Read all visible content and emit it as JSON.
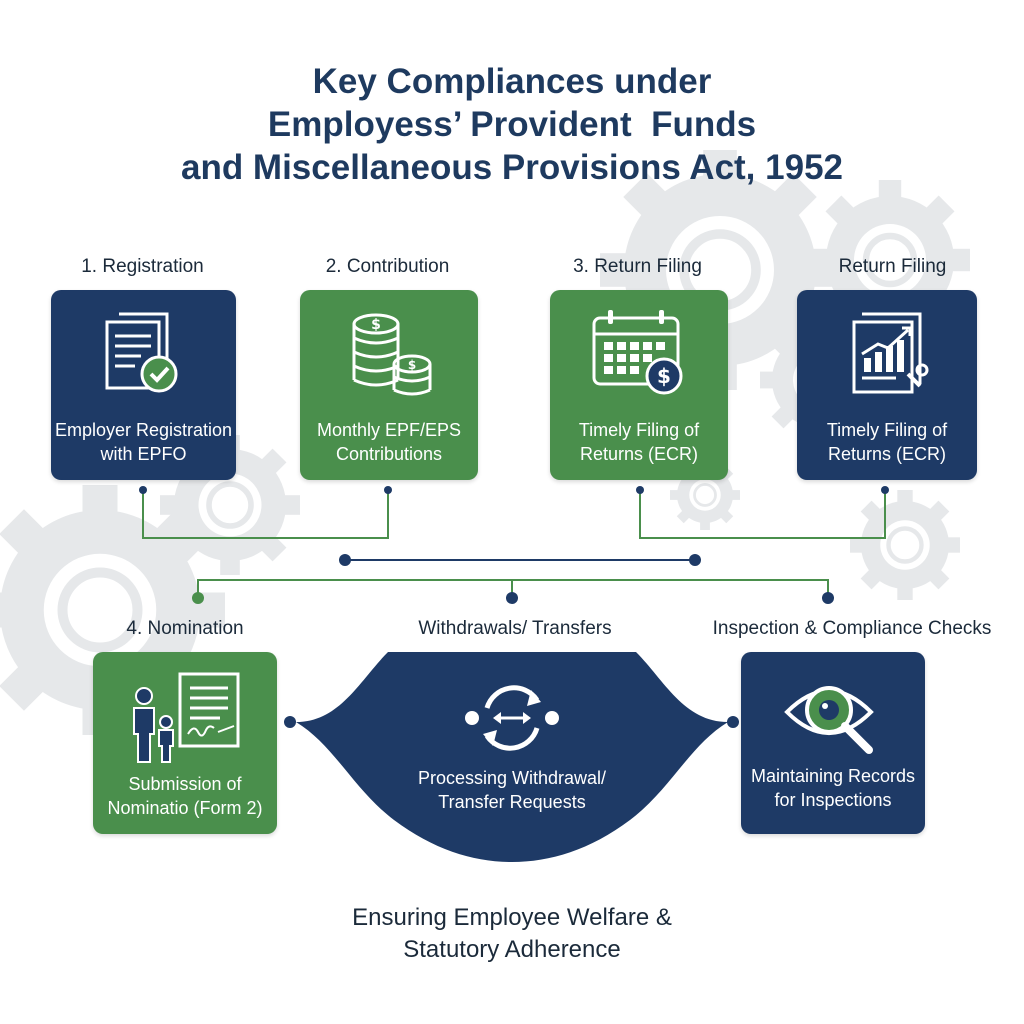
{
  "title": {
    "line1": "Key Compliances under",
    "line2": "Employess’ Provident  Funds",
    "line3": "and Miscellaneous Provisions Act, 1952"
  },
  "top_row": [
    {
      "label": "1. Registration",
      "text_line1": "Employer Registration",
      "text_line2": "with EPFO",
      "color": "#1e3a66",
      "icon": "document-check-icon"
    },
    {
      "label": "2. Contribution",
      "text_line1": "Monthly EPF/EPS",
      "text_line2": "Contributions",
      "color": "#4a8f4c",
      "icon": "coins-dollar-icon"
    },
    {
      "label": "3. Return Filing",
      "text_line1": "Timely Filing of",
      "text_line2": "Returns (ECR)",
      "color": "#4a8f4c",
      "icon": "calendar-dollar-icon"
    },
    {
      "label": "Return Filing",
      "text_line1": "Timely Filing of",
      "text_line2": "Returns (ECR)",
      "color": "#1e3a66",
      "icon": "report-chart-icon"
    }
  ],
  "bottom_row": [
    {
      "label": "4. Nomination",
      "text_line1": "Submission of",
      "text_line2": "Nominatio (Form 2)",
      "color": "#4a8f4c",
      "icon": "family-document-icon"
    },
    {
      "label": "Withdrawals/ Transfers",
      "text_line1": "Processing Withdrawal/",
      "text_line2": "Transfer Requests",
      "color": "#1e3a66",
      "icon": "transfer-arrows-icon"
    },
    {
      "label": "Inspection & Compliance Checks",
      "text_line1": "Maintaining Records",
      "text_line2": "for Inspections",
      "color": "#1e3a66",
      "icon": "eye-magnifier-icon"
    }
  ],
  "footer": {
    "line1": "Ensuring Employee Welfare &",
    "line2": "Statutory Adherence"
  },
  "colors": {
    "navy": "#1e3a66",
    "green": "#4a8f4c",
    "title": "#1e3a5f",
    "gear": "#e4e6e8"
  }
}
